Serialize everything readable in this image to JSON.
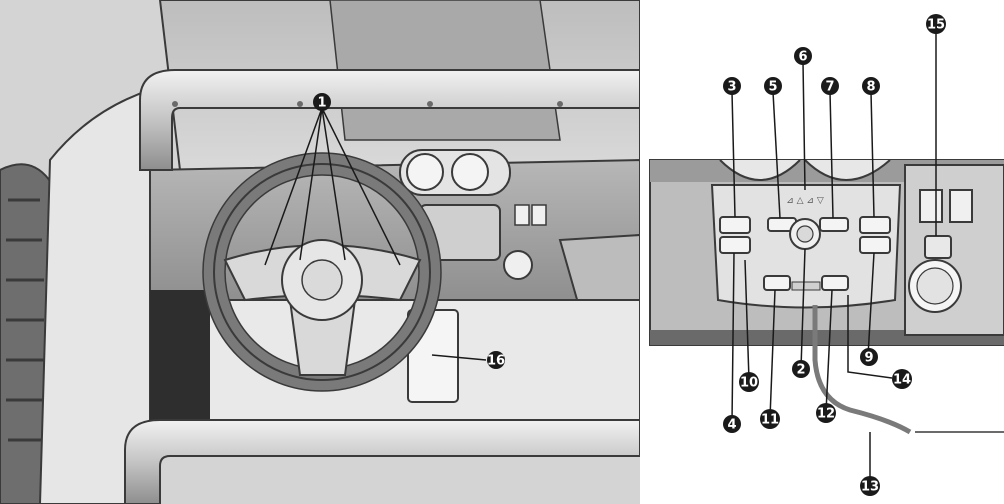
{
  "callouts": [
    {
      "id": "c1",
      "label": "1"
    },
    {
      "id": "c2",
      "label": "2"
    },
    {
      "id": "c3",
      "label": "3"
    },
    {
      "id": "c4",
      "label": "4"
    },
    {
      "id": "c5",
      "label": "5"
    },
    {
      "id": "c6",
      "label": "6"
    },
    {
      "id": "c7",
      "label": "7"
    },
    {
      "id": "c8",
      "label": "8"
    },
    {
      "id": "c9",
      "label": "9"
    },
    {
      "id": "c10",
      "label": "10"
    },
    {
      "id": "c11",
      "label": "11"
    },
    {
      "id": "c12",
      "label": "12"
    },
    {
      "id": "c13",
      "label": "13"
    },
    {
      "id": "c14",
      "label": "14"
    },
    {
      "id": "c15",
      "label": "15"
    },
    {
      "id": "c16",
      "label": "16"
    }
  ],
  "dashboard_text": {
    "panel_marks": "⊿ △ ⊿ ▽",
    "switch_marks": "▭▭"
  },
  "colors": {
    "line": "#3a3a3a",
    "shade": "#c8c8c8",
    "light": "#e8e8e8",
    "dark": "#9a9a9a",
    "callout": "#1a1a1a"
  }
}
